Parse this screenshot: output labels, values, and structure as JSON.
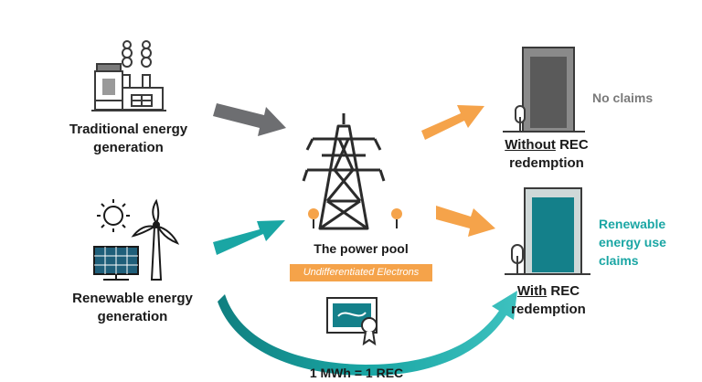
{
  "sources": {
    "traditional": "Traditional energy generation",
    "renewable": "Renewable energy generation"
  },
  "center": {
    "title": "The power pool",
    "subtitle": "Undifferentiated Electrons"
  },
  "outcomes": {
    "without": {
      "prefix": "Without",
      "rest": " REC",
      "line2": "redemption",
      "claim": "No claims"
    },
    "with": {
      "prefix": "With",
      "rest": " REC",
      "line2": "redemption",
      "claim_lines": [
        "Renewable",
        "energy use",
        "claims"
      ]
    }
  },
  "certificate": {
    "label": "1 MWh = 1 REC"
  },
  "colors": {
    "gray_arrow": "#6d6e71",
    "teal": "#1aa6a4",
    "orange": "#f5a34a",
    "dark": "#3a3a3a",
    "claim_gray": "#7a7a7a"
  }
}
